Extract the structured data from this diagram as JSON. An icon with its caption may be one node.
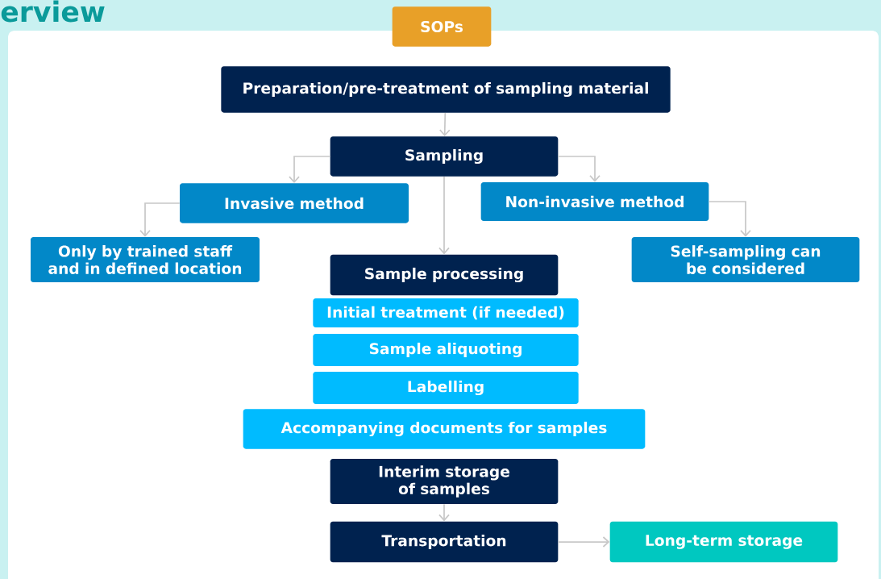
{
  "diagram": {
    "title": "erview",
    "nodes": [
      {
        "text": [
          "SOPs"
        ]
      },
      {
        "text": [
          "Preparation/pre-treatment of sampling material"
        ]
      },
      {
        "text": [
          "Sampling"
        ]
      },
      {
        "text": [
          "Invasive method"
        ]
      },
      {
        "text": [
          "Non-invasive method"
        ]
      },
      {
        "text": [
          "Only by trained staff and in defined location"
        ]
      },
      {
        "text": [
          "Self-sampling can be considered"
        ]
      },
      {
        "text": [
          "Sample processing"
        ]
      },
      {
        "text": [
          "Initial treatment (if needed)"
        ]
      },
      {
        "text": [
          "Sample aliquoting"
        ]
      },
      {
        "text": [
          "Labelling"
        ]
      },
      {
        "text": [
          "Accompanying documents for samples"
        ]
      },
      {
        "text": [
          "Interim storage of samples"
        ]
      },
      {
        "text": [
          "Transportation"
        ]
      },
      {
        "text": [
          "Long-term storage"
        ]
      }
    ],
    "edges": [
      {
        "from": 1,
        "to": 2,
        "arrow": "to"
      },
      {
        "from": 2,
        "to": 3,
        "arrow": "to"
      },
      {
        "from": 2,
        "to": 4,
        "arrow": "to"
      },
      {
        "from": 3,
        "to": 5,
        "arrow": "to"
      },
      {
        "from": 4,
        "to": 6,
        "arrow": "to"
      },
      {
        "from": 2,
        "to": 7,
        "arrow": "to"
      },
      {
        "from": 12,
        "to": 13,
        "arrow": "to"
      },
      {
        "from": 13,
        "to": 14,
        "arrow": "to"
      }
    ]
  }
}
